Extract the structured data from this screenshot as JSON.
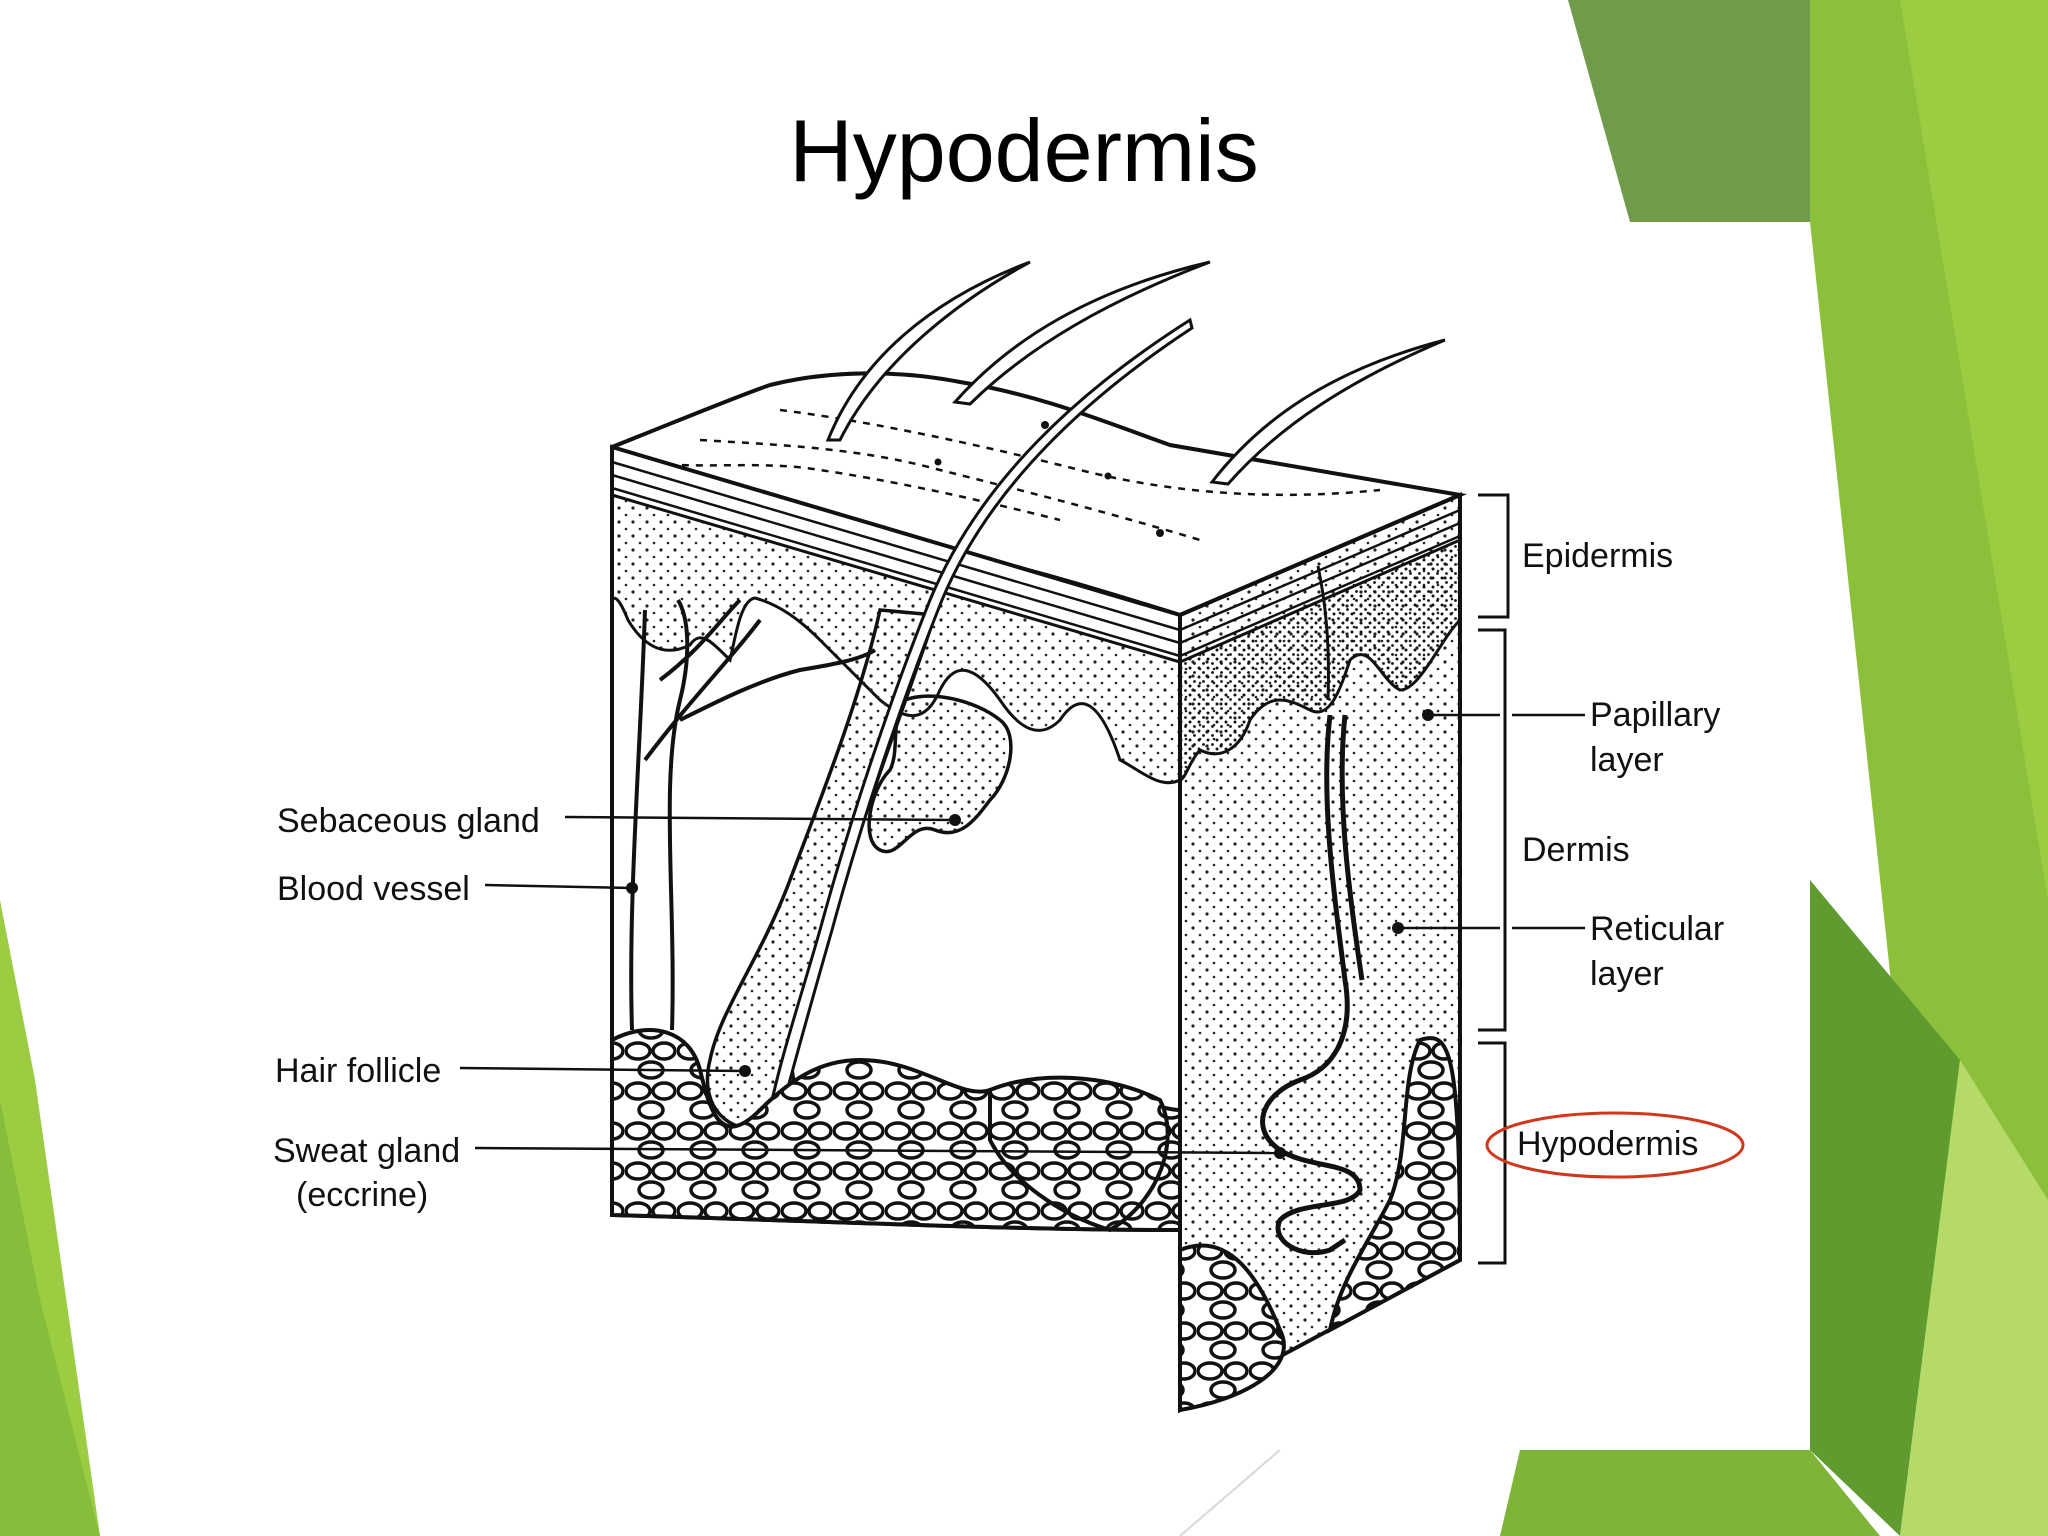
{
  "slide": {
    "title": "Hypodermis",
    "theme_colors": {
      "green_dark": "#6f9b4a",
      "green_mid": "#7fb536",
      "green_light": "#9ccc42",
      "green_pale": "#b5da6a",
      "highlight_ring": "#d0381e"
    }
  },
  "diagram": {
    "labels_left": {
      "sebaceous_gland": "Sebaceous gland",
      "blood_vessel": "Blood vessel",
      "hair_follicle": "Hair follicle",
      "sweat_gland_line1": "Sweat gland",
      "sweat_gland_line2": "(eccrine)"
    },
    "labels_right": {
      "epidermis": "Epidermis",
      "papillary_line1": "Papillary",
      "papillary_line2": "layer",
      "dermis": "Dermis",
      "reticular_line1": "Reticular",
      "reticular_line2": "layer",
      "hypodermis": "Hypodermis"
    }
  }
}
